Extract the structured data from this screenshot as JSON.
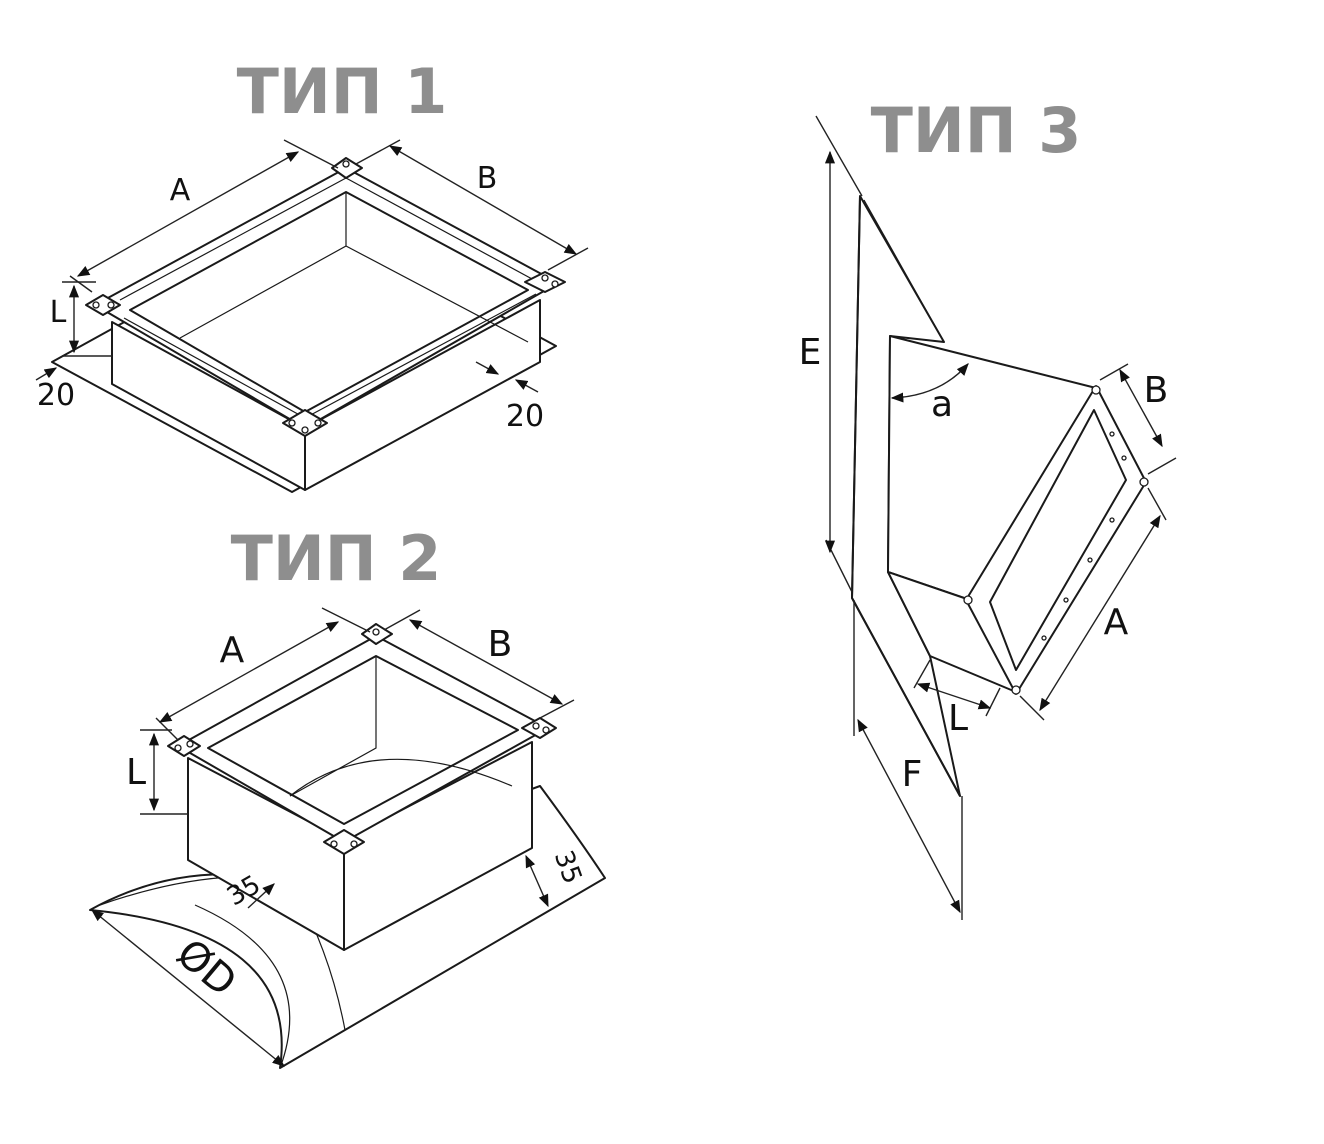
{
  "colors": {
    "title": "#8e8e8e",
    "line": "#1a1a1a"
  },
  "type1": {
    "title": "ТИП 1",
    "labels": {
      "a": "A",
      "b": "B",
      "l": "L",
      "offset_left": "20",
      "offset_right": "20"
    }
  },
  "type2": {
    "title": "ТИП 2",
    "labels": {
      "a": "A",
      "b": "B",
      "l": "L",
      "offset_left": "35",
      "offset_right": "35",
      "diameter": "ØD"
    }
  },
  "type3": {
    "title": "ТИП 3",
    "labels": {
      "e": "E",
      "f": "F",
      "angle": "a",
      "b": "B",
      "a": "A",
      "l": "L"
    }
  }
}
